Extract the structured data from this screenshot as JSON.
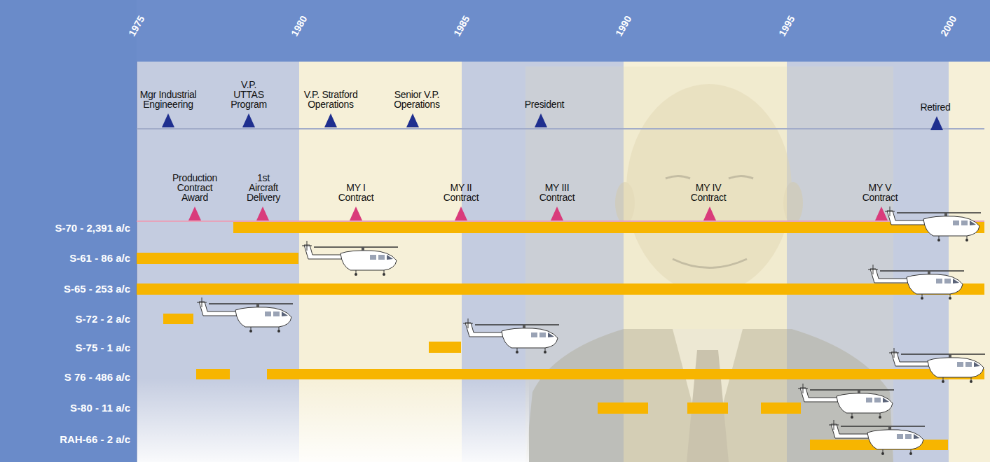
{
  "diagram": {
    "labels": [
      "1975",
      "1980",
      "1985",
      "1990",
      "1995",
      "2000",
      "Mgr Industrial Engineering",
      "V.P. UTTAS Program",
      "V.P. Stratford Operations",
      "Senior V.P. Operations",
      "President",
      "Retired",
      "Production Contract Award",
      "1st Aircraft Delivery",
      "MY I Contract",
      "MY II Contract",
      "MY III Contract",
      "MY IV Contract",
      "MY V Contract",
      "S-70 - 2,391 a/c",
      "S-61 - 86 a/c",
      "S-65 - 253 a/c",
      "S-72 - 2 a/c",
      "S-75 - 1 a/c",
      "S 76 - 486 a/c",
      "S-80 - 11 a/c",
      "RAH-66 - 2 a/c"
    ]
  }
}
